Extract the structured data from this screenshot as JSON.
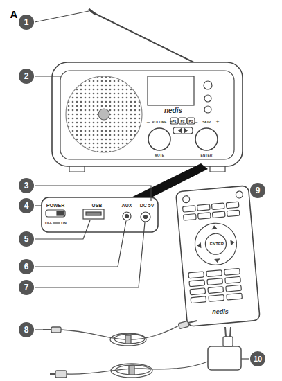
{
  "diagram": {
    "labels": [
      "A",
      "1",
      "2",
      "nedis",
      "–",
      "VOLUME",
      "+",
      "MUTE",
      "–",
      "SKIP",
      "+",
      "ENTER",
      "P1",
      "P2",
      "P3",
      "3",
      "4",
      "POWER",
      "OFF",
      "ON",
      "USB",
      "AUX",
      "DC 5V",
      "5",
      "6",
      "7",
      "9",
      "ENTER",
      "nedis",
      "8",
      "10"
    ]
  }
}
